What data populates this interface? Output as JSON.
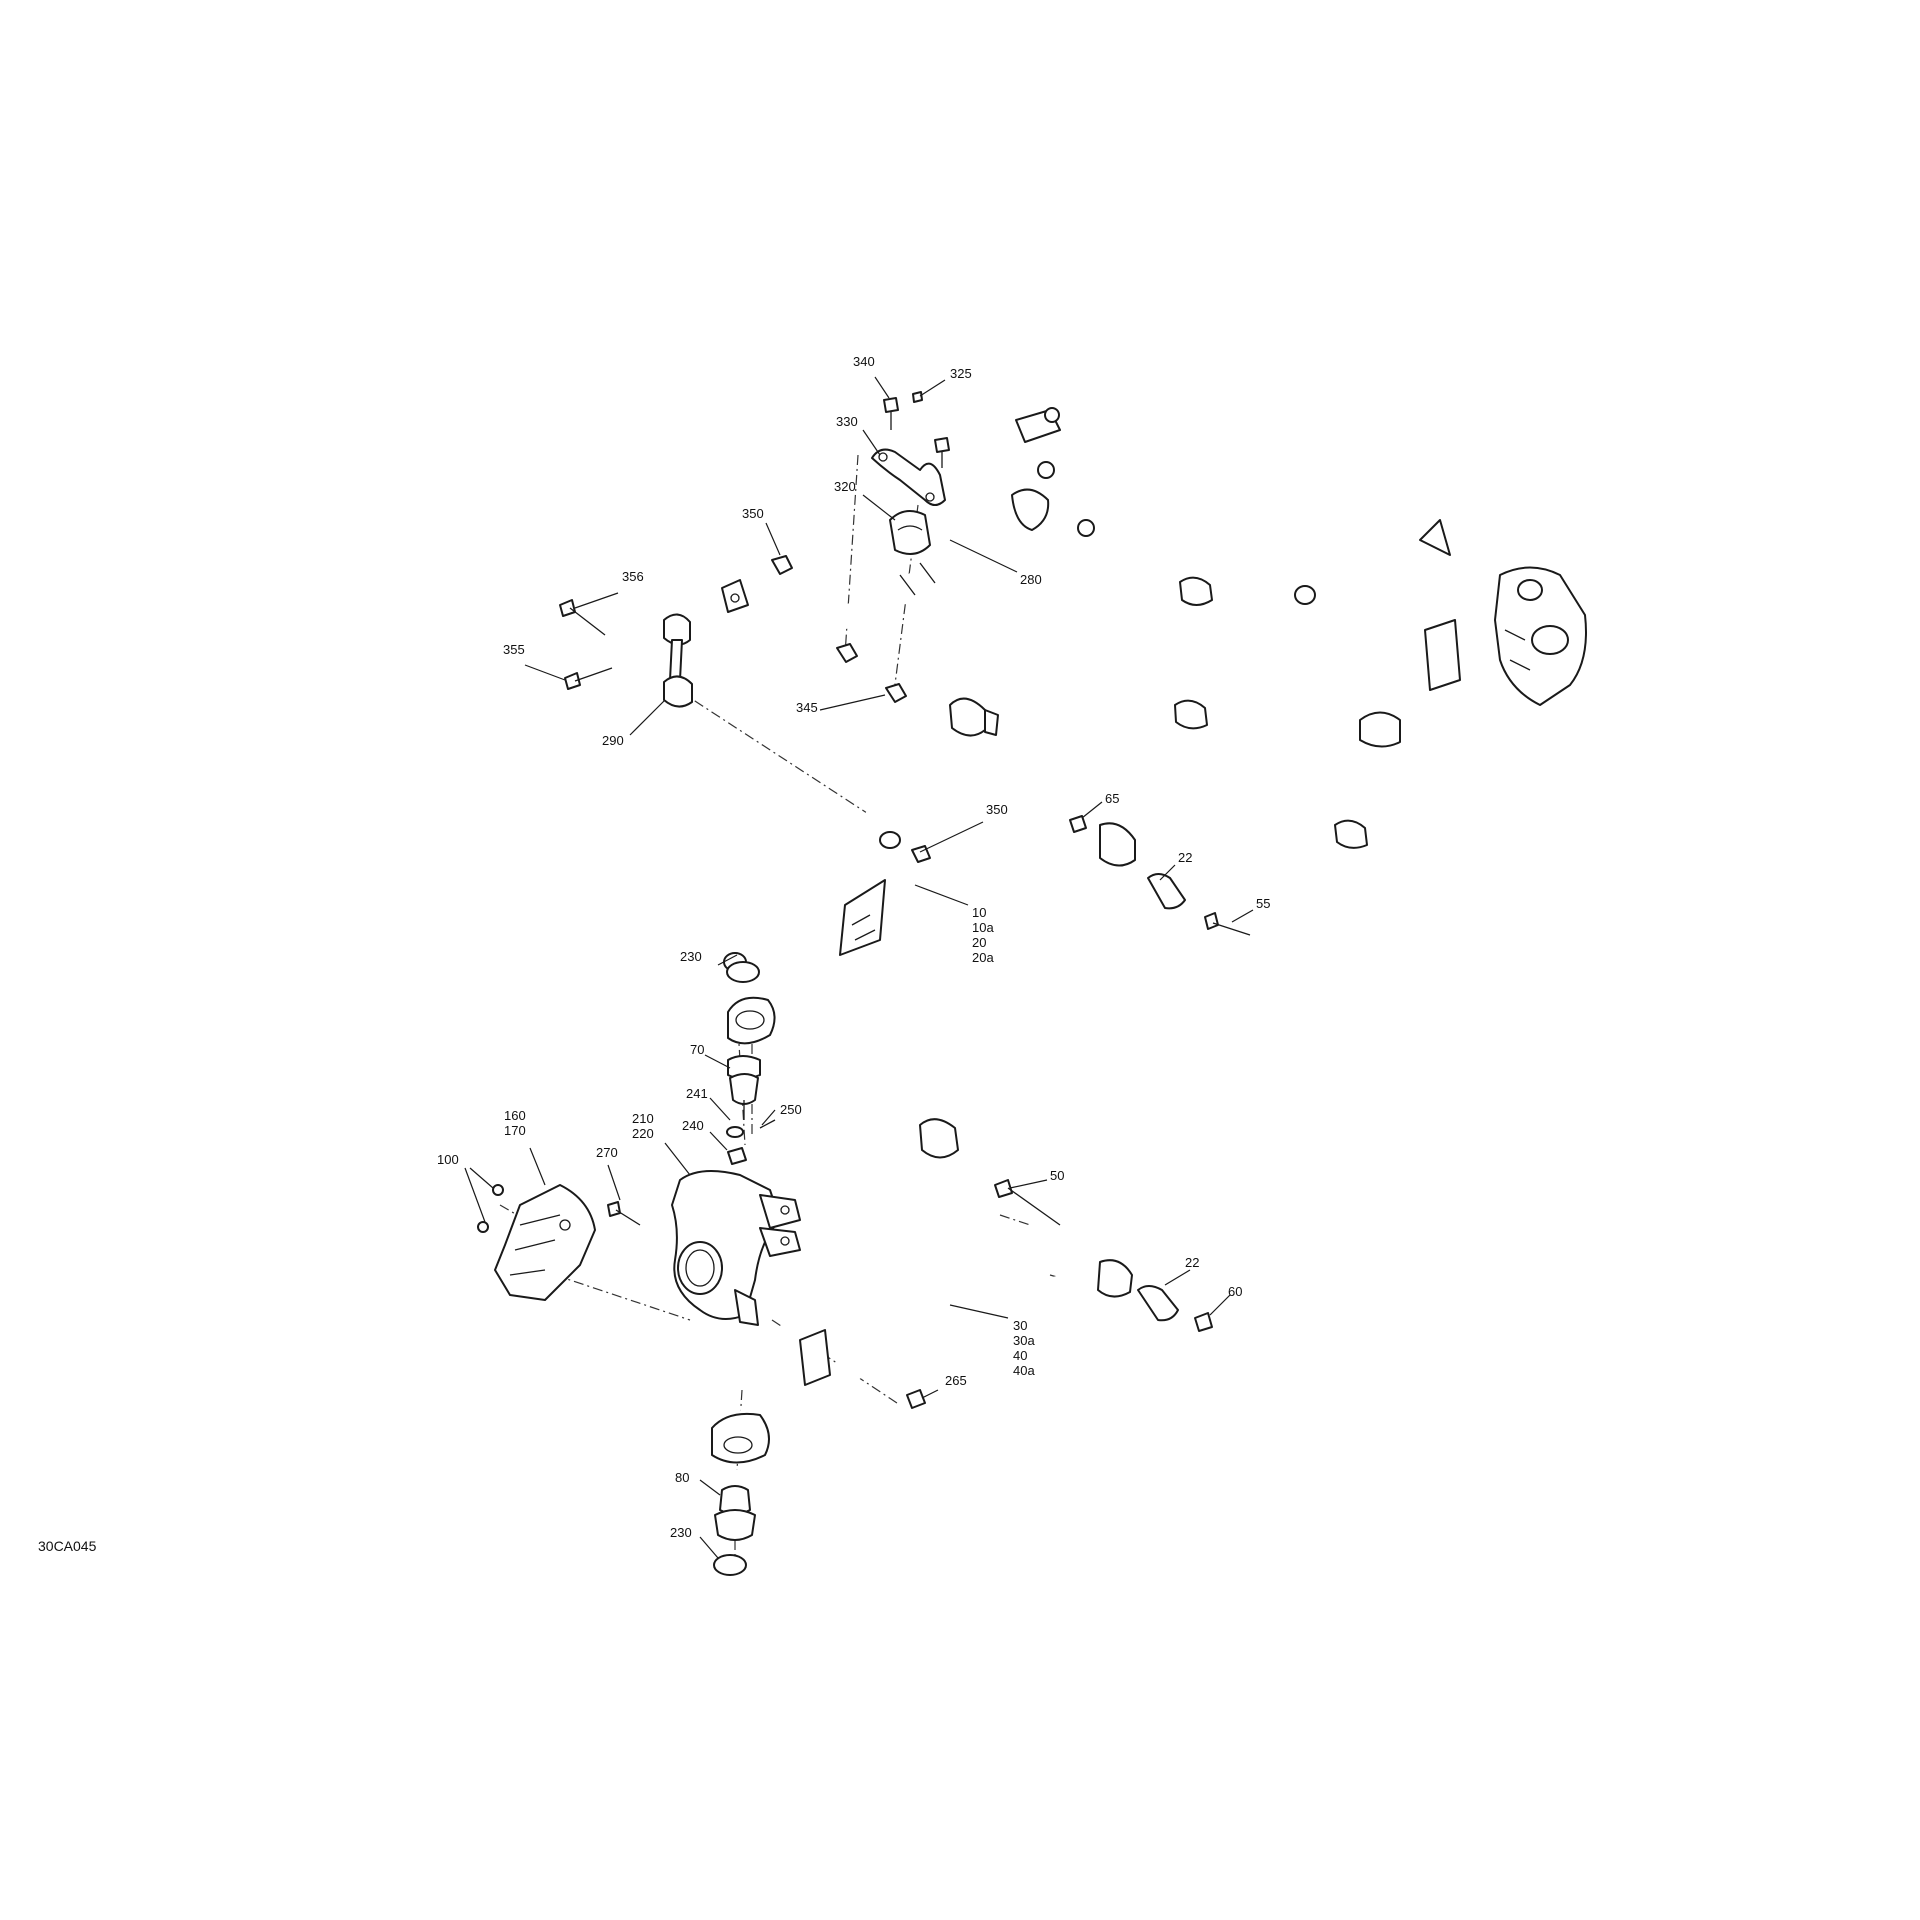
{
  "figure_id": "30CA045",
  "callouts": [
    {
      "id": "c340",
      "text": "340"
    },
    {
      "id": "c325",
      "text": "325"
    },
    {
      "id": "c330",
      "text": "330"
    },
    {
      "id": "c320",
      "text": "320"
    },
    {
      "id": "c350a",
      "text": "350"
    },
    {
      "id": "c356",
      "text": "356"
    },
    {
      "id": "c355",
      "text": "355"
    },
    {
      "id": "c290",
      "text": "290"
    },
    {
      "id": "c345",
      "text": "345"
    },
    {
      "id": "c280",
      "text": "280"
    },
    {
      "id": "c350b",
      "text": "350"
    },
    {
      "id": "c65",
      "text": "65"
    },
    {
      "id": "c22a",
      "text": "22"
    },
    {
      "id": "c55",
      "text": "55"
    },
    {
      "id": "c10",
      "text": "10\n10a\n20\n20a"
    },
    {
      "id": "c230a",
      "text": "230"
    },
    {
      "id": "c70",
      "text": "70"
    },
    {
      "id": "c241",
      "text": "241"
    },
    {
      "id": "c250",
      "text": "250"
    },
    {
      "id": "c240",
      "text": "240"
    },
    {
      "id": "c210",
      "text": "210\n220"
    },
    {
      "id": "c160",
      "text": "160\n170"
    },
    {
      "id": "c100",
      "text": "100"
    },
    {
      "id": "c270",
      "text": "270"
    },
    {
      "id": "c50",
      "text": "50"
    },
    {
      "id": "c22b",
      "text": "22"
    },
    {
      "id": "c60",
      "text": "60"
    },
    {
      "id": "c30",
      "text": "30\n30a\n40\n40a"
    },
    {
      "id": "c265",
      "text": "265"
    },
    {
      "id": "c80",
      "text": "80"
    },
    {
      "id": "c230b",
      "text": "230"
    }
  ]
}
